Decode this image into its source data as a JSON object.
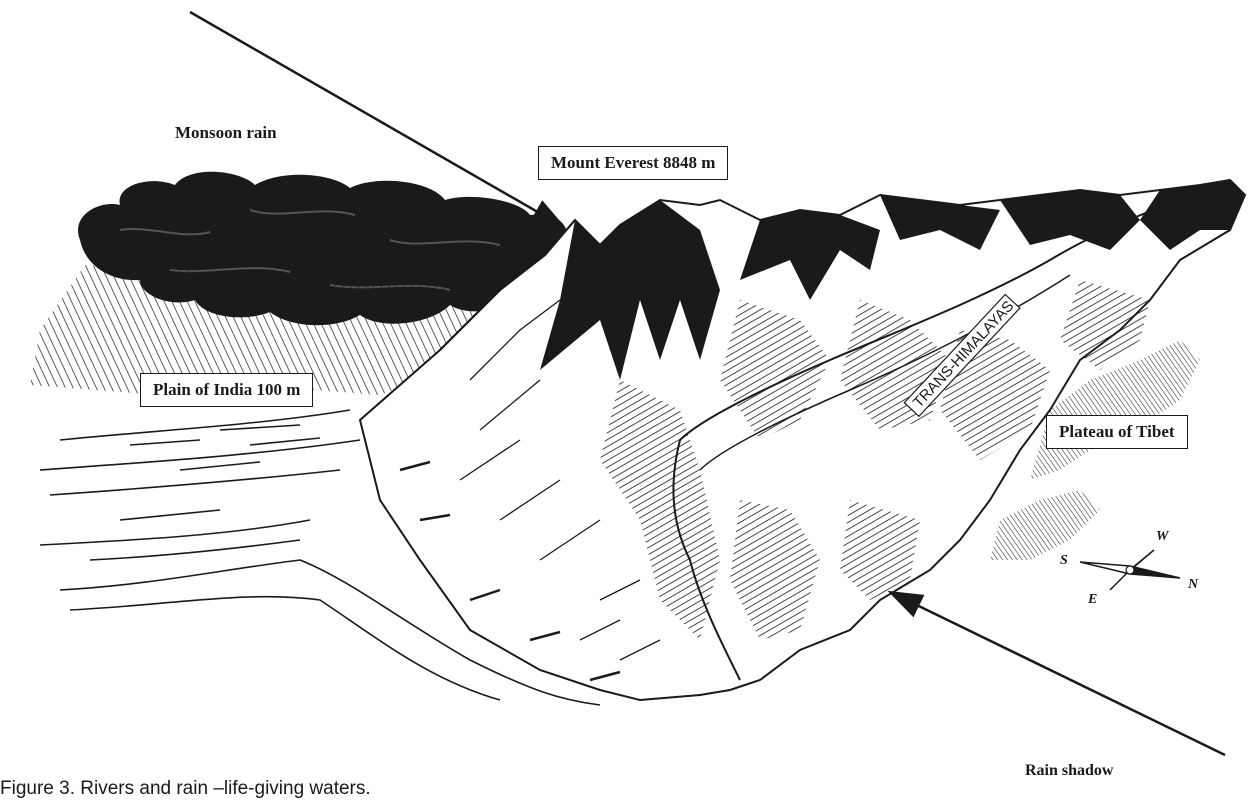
{
  "figure": {
    "labels": {
      "monsoon_rain": "Monsoon rain",
      "mount_everest": "Mount Everest 8848 m",
      "plain_of_india": "Plain of India 100 m",
      "plateau_of_tibet": "Plateau of Tibet",
      "rain_shadow": "Rain shadow",
      "trans_himalayas": "TRANS-HIMALAYAS"
    },
    "compass": {
      "s": "S",
      "w": "W",
      "n": "N",
      "e": "E"
    },
    "caption": "Figure 3. Rivers and rain –life-giving waters."
  },
  "colors": {
    "ink": "#1a1a1a",
    "paper": "#ffffff"
  },
  "icons": [
    "arrow-icon",
    "compass-rose-icon",
    "cloud-icon",
    "mountain-range-icon"
  ]
}
